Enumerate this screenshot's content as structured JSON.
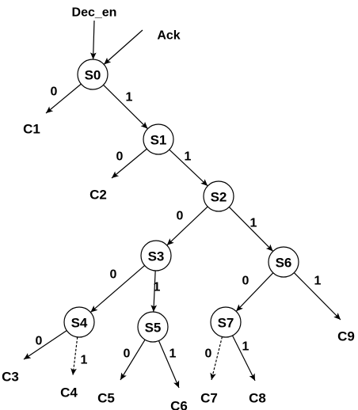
{
  "inputs": [
    {
      "id": "dec_en",
      "label": "Dec_en"
    },
    {
      "id": "ack",
      "label": "Ack"
    }
  ],
  "states": [
    {
      "id": "s0",
      "label": "S0"
    },
    {
      "id": "s1",
      "label": "S1"
    },
    {
      "id": "s2",
      "label": "S2"
    },
    {
      "id": "s3",
      "label": "S3"
    },
    {
      "id": "s4",
      "label": "S4"
    },
    {
      "id": "s5",
      "label": "S5"
    },
    {
      "id": "s6",
      "label": "S6"
    },
    {
      "id": "s7",
      "label": "S7"
    }
  ],
  "outputs": [
    {
      "id": "c1",
      "label": "C1"
    },
    {
      "id": "c2",
      "label": "C2"
    },
    {
      "id": "c3",
      "label": "C3"
    },
    {
      "id": "c4",
      "label": "C4"
    },
    {
      "id": "c5",
      "label": "C5"
    },
    {
      "id": "c6",
      "label": "C6"
    },
    {
      "id": "c7",
      "label": "C7"
    },
    {
      "id": "c8",
      "label": "C8"
    },
    {
      "id": "c9",
      "label": "C9"
    }
  ],
  "transitions": [
    {
      "from": "dec_en",
      "to": "s0",
      "label": ""
    },
    {
      "from": "ack",
      "to": "s0",
      "label": ""
    },
    {
      "from": "s0",
      "to": "c1",
      "label": "0"
    },
    {
      "from": "s0",
      "to": "s1",
      "label": "1"
    },
    {
      "from": "s1",
      "to": "c2",
      "label": "0"
    },
    {
      "from": "s1",
      "to": "s2",
      "label": "1"
    },
    {
      "from": "s2",
      "to": "s3",
      "label": "0"
    },
    {
      "from": "s2",
      "to": "s6",
      "label": "1"
    },
    {
      "from": "s3",
      "to": "s4",
      "label": "0"
    },
    {
      "from": "s3",
      "to": "s5",
      "label": "1"
    },
    {
      "from": "s4",
      "to": "c3",
      "label": "0"
    },
    {
      "from": "s4",
      "to": "c4",
      "label": "1"
    },
    {
      "from": "s5",
      "to": "c5",
      "label": "0"
    },
    {
      "from": "s5",
      "to": "c6",
      "label": "1"
    },
    {
      "from": "s6",
      "to": "s7",
      "label": "0"
    },
    {
      "from": "s6",
      "to": "c9",
      "label": "1"
    },
    {
      "from": "s7",
      "to": "c7",
      "label": "0"
    },
    {
      "from": "s7",
      "to": "c8",
      "label": "1"
    }
  ]
}
